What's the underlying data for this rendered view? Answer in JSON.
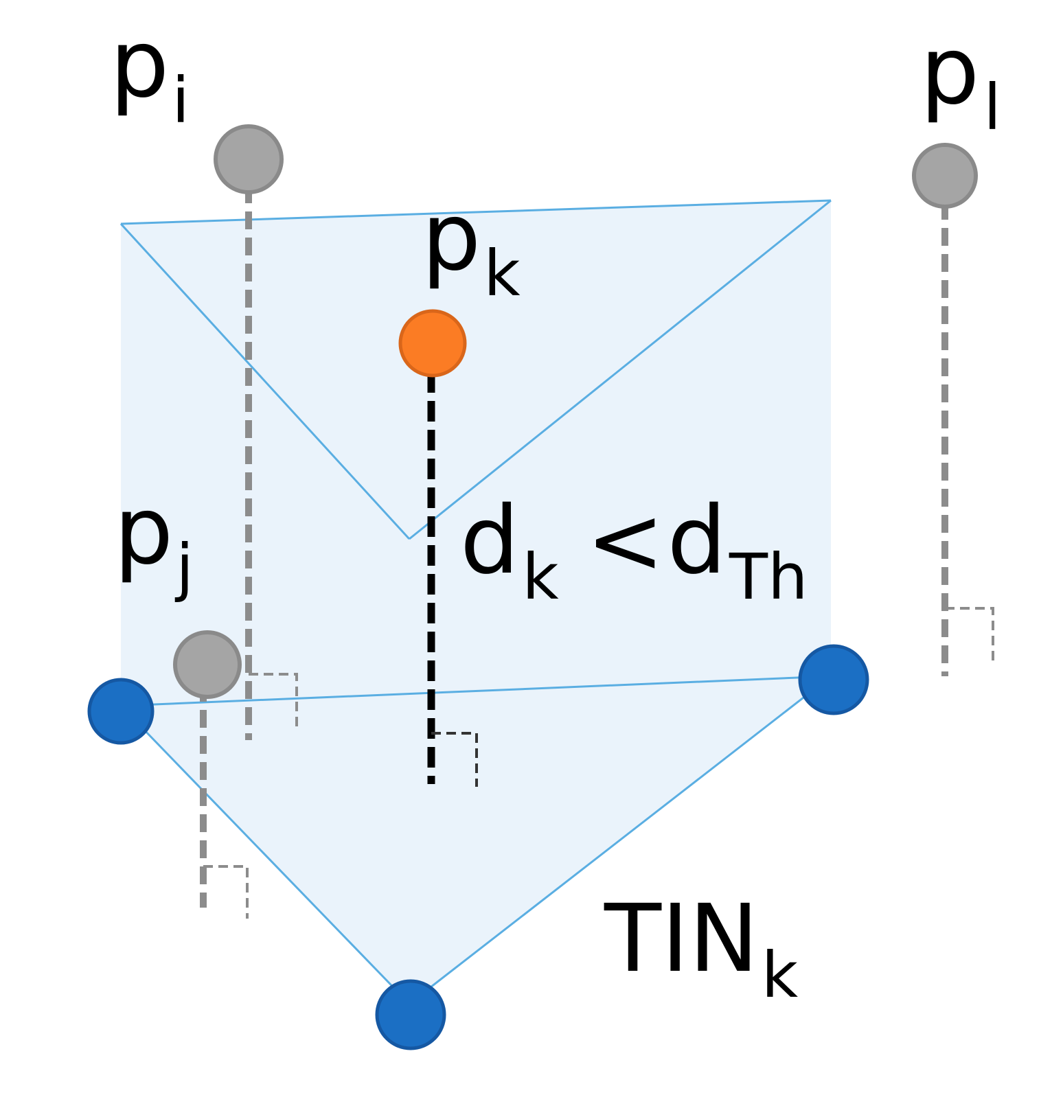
{
  "colors": {
    "plane_fill": "#eaf3fb",
    "tin_edge": "#5aaee2",
    "vertex": "#1b6fc4",
    "vertex_stroke": "#1558a3",
    "point_gray": "#a5a5a5",
    "point_gray_stroke": "#8a8a8a",
    "point_orange": "#fb7c24",
    "point_orange_stroke": "#d9661a",
    "dash_gray": "#8c8c8c",
    "dash_black": "#000000"
  },
  "labels": {
    "pi_base": "p",
    "pi_sub": "i",
    "pl_base": "p",
    "pl_sub": "l",
    "pk_base": "p",
    "pk_sub": "k",
    "pj_base": "p",
    "pj_sub": "j",
    "dk_base": "d",
    "dk_sub": "k",
    "lt": "<",
    "dth_base": "d",
    "dth_sub": "Th",
    "tin_base": "TIN",
    "tin_sub": "k"
  }
}
